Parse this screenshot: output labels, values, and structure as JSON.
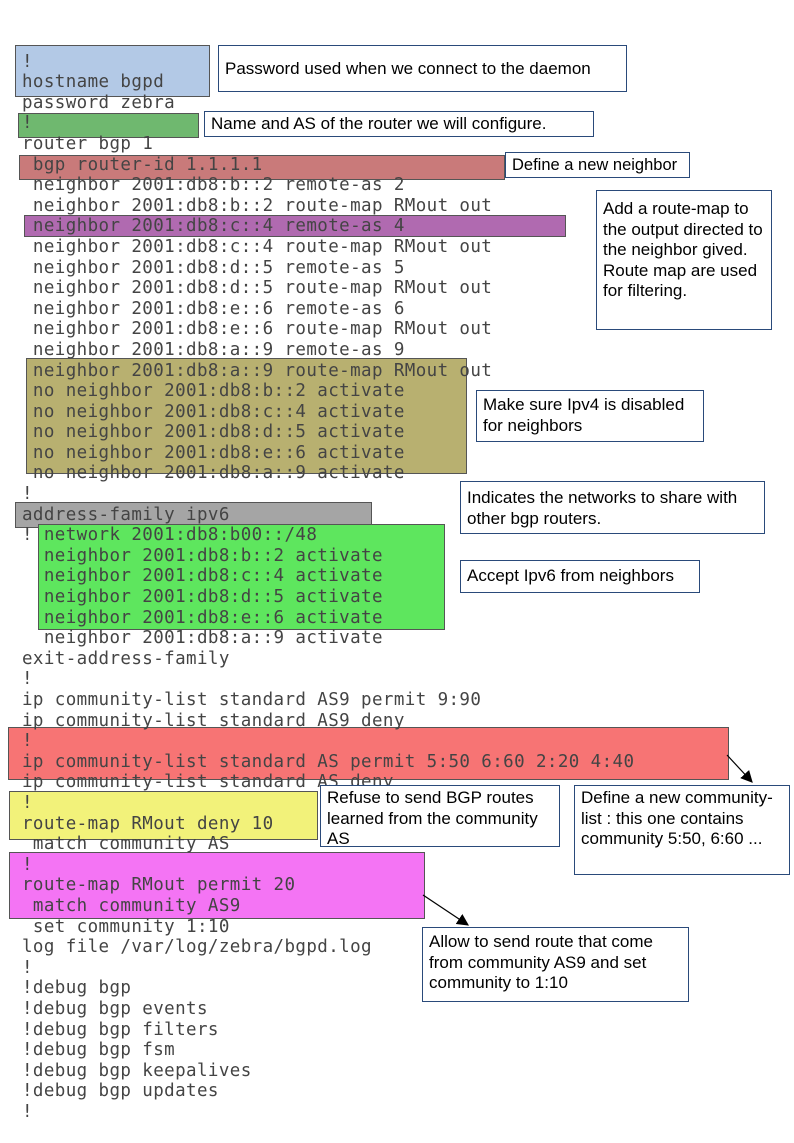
{
  "code_lines": [
    "!",
    "hostname bgpd",
    "password zebra",
    "!",
    "router bgp 1",
    " bgp router-id 1.1.1.1",
    " neighbor 2001:db8:b::2 remote-as 2",
    " neighbor 2001:db8:b::2 route-map RMout out",
    " neighbor 2001:db8:c::4 remote-as 4",
    " neighbor 2001:db8:c::4 route-map RMout out",
    " neighbor 2001:db8:d::5 remote-as 5",
    " neighbor 2001:db8:d::5 route-map RMout out",
    " neighbor 2001:db8:e::6 remote-as 6",
    " neighbor 2001:db8:e::6 route-map RMout out",
    " neighbor 2001:db8:a::9 remote-as 9",
    " neighbor 2001:db8:a::9 route-map RMout out",
    " no neighbor 2001:db8:b::2 activate",
    " no neighbor 2001:db8:c::4 activate",
    " no neighbor 2001:db8:d::5 activate",
    " no neighbor 2001:db8:e::6 activate",
    " no neighbor 2001:db8:a::9 activate",
    "!",
    "address-family ipv6",
    "! network 2001:db8:b00::/48",
    "  neighbor 2001:db8:b::2 activate",
    "  neighbor 2001:db8:c::4 activate",
    "  neighbor 2001:db8:d::5 activate",
    "  neighbor 2001:db8:e::6 activate",
    "  neighbor 2001:db8:a::9 activate",
    "exit-address-family",
    "!",
    "ip community-list standard AS9 permit 9:90",
    "ip community-list standard AS9 deny",
    "!",
    "ip community-list standard AS permit 5:50 6:60 2:20 4:40",
    "ip community-list standard AS deny",
    "!",
    "route-map RMout deny 10",
    " match community AS",
    "!",
    "route-map RMout permit 20",
    " match community AS9",
    " set community 1:10",
    "log file /var/log/zebra/bgpd.log",
    "!",
    "!debug bgp",
    "!debug bgp events",
    "!debug bgp filters",
    "!debug bgp fsm",
    "!debug bgp keepalives",
    "!debug bgp updates",
    "!"
  ],
  "annotations": {
    "password": "Password used when we connect to the daemon",
    "router": "Name and AS of the router we will configure.",
    "neighbor": "Define a new neighbor",
    "route_map": "Add a route-map to the output directed to the neighbor gived. Route map are used for filtering.",
    "ipv4": "Make sure Ipv4 is disabled for neighbors",
    "networks": "Indicates the networks to share with other bgp routers.",
    "ipv6": "Accept Ipv6 from neighbors",
    "refuse": "Refuse to send BGP routes learned from the community AS",
    "community_list": "Define a new community-list : this one contains community 5:50, 6:60 ...",
    "allow": "Allow to send route that come from community AS9 and set community to 1:10"
  },
  "colors": {
    "hostname_block": "#b3c9e6",
    "router_block": "#6fb86f",
    "neighbor_block": "#c97a7a",
    "route_map_block": "#b06ab0",
    "ipv4_block": "#b8b070",
    "network_block": "#a5a5a5",
    "ipv6_block": "#5ee65e",
    "community_block": "#f77474",
    "deny_block": "#f2f27a",
    "permit_block": "#f474f4",
    "note_border": "#2a4a7a"
  }
}
